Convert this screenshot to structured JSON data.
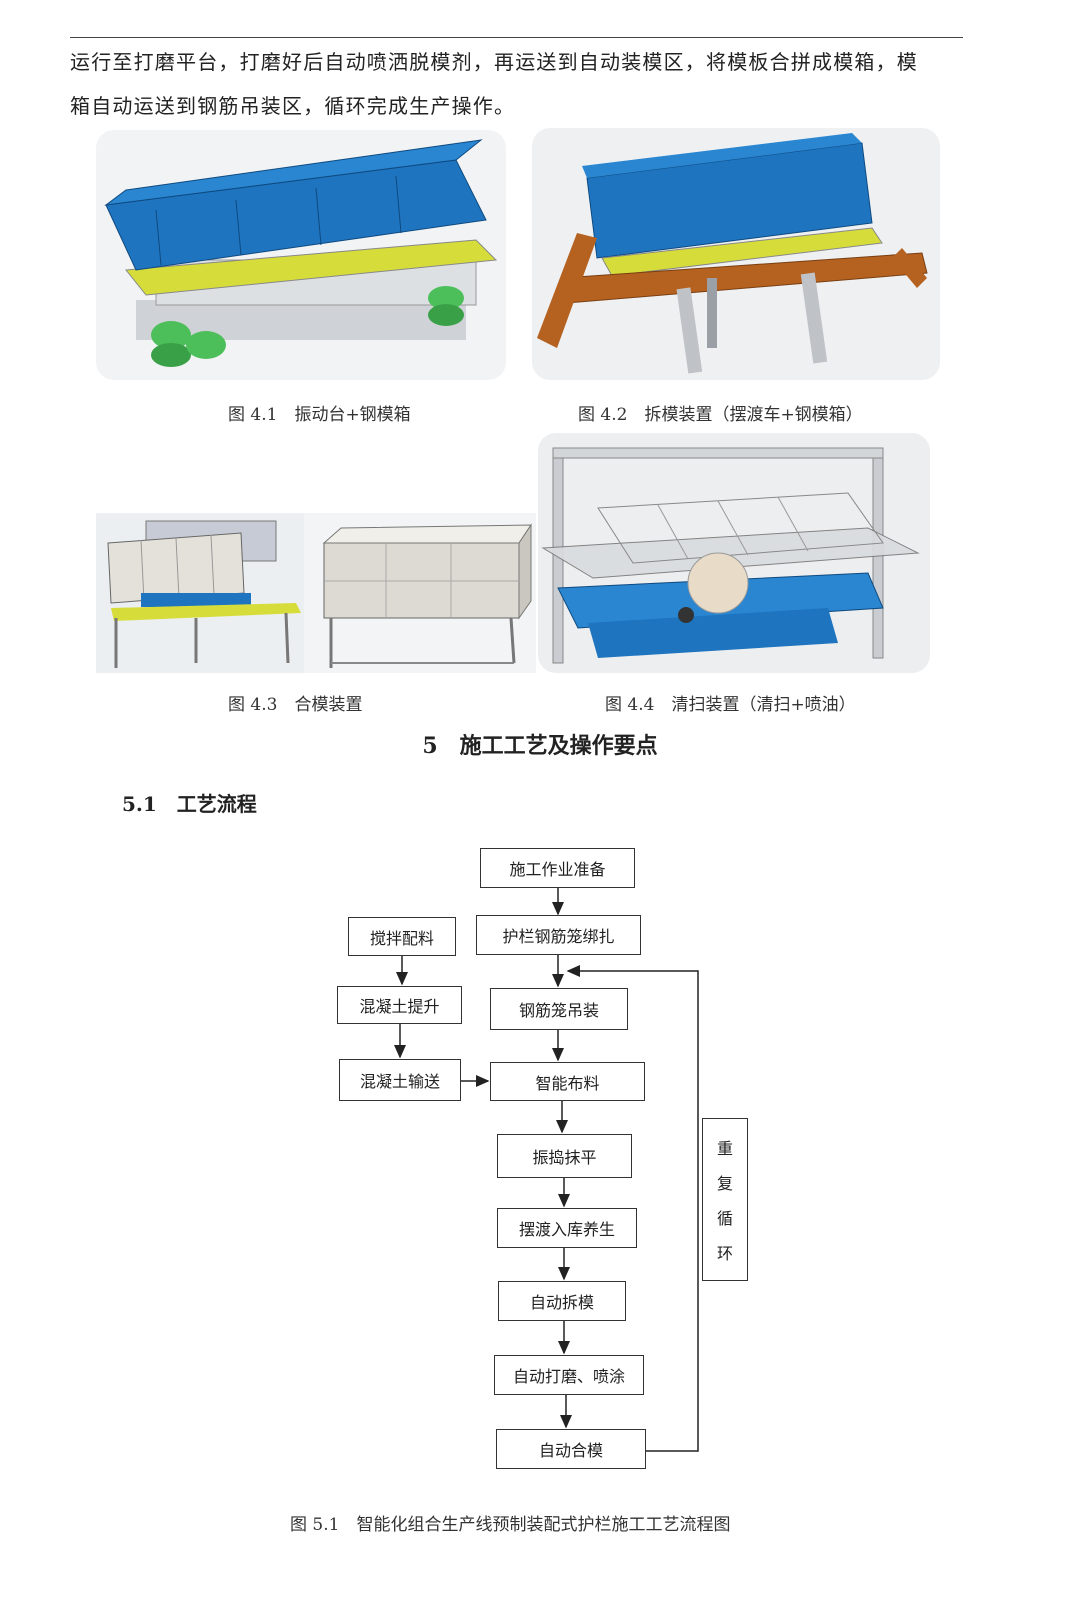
{
  "text": {
    "line1": "运行至打磨平台，打磨好后自动喷洒脱模剂，再运送到自动装模区，将模板合拼成模箱，模",
    "line2": "箱自动运送到钢筋吊装区，循环完成生产操作。"
  },
  "figures": {
    "fig41": "图 4.1　振动台+钢模箱",
    "fig42": "图 4.2　拆模装置（摆渡车+钢模箱）",
    "fig43": "图 4.3　合模装置",
    "fig44": "图 4.4　清扫装置（清扫+喷油）"
  },
  "section": {
    "title": "5　施工工艺及操作要点",
    "subtitle": "5.1　工艺流程"
  },
  "flowchart": {
    "main": [
      "施工作业准备",
      "护栏钢筋笼绑扎",
      "钢筋笼吊装",
      "智能布料",
      "振捣抹平",
      "摆渡入库养生",
      "自动拆模",
      "自动打磨、喷涂",
      "自动合模"
    ],
    "left": [
      "搅拌配料",
      "混凝土提升",
      "混凝土输送"
    ],
    "loop": [
      "重",
      "复",
      "循",
      "环"
    ],
    "caption": "图 5.1　智能化组合生产线预制装配式护栏施工工艺流程图"
  }
}
